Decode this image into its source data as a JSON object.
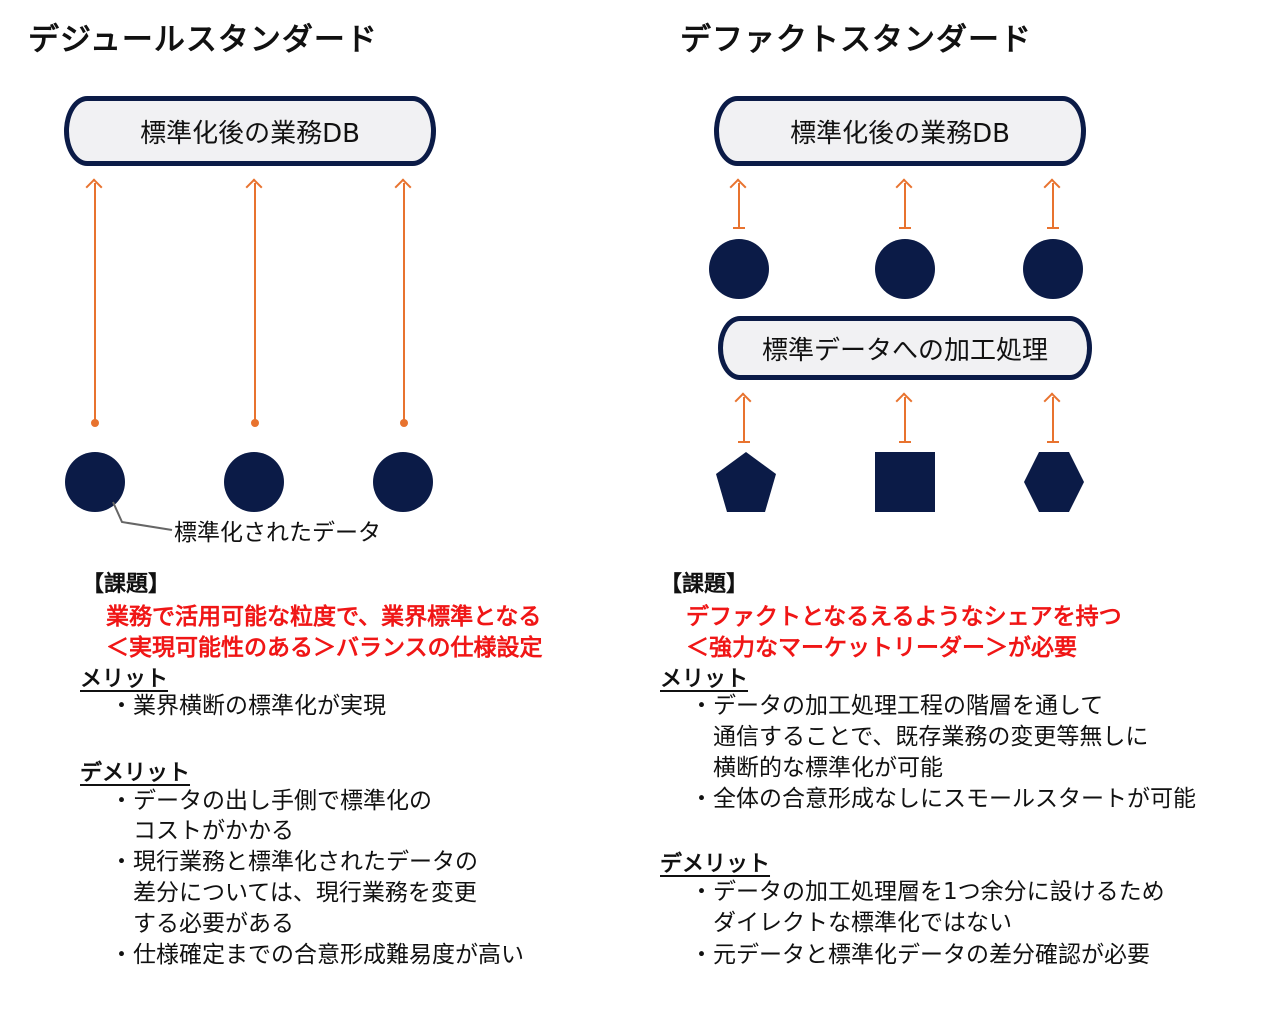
{
  "left": {
    "title": "デジュールスタンダード",
    "db_label": "標準化後の業務DB",
    "data_label": "標準化されたデータ",
    "issue_heading": "【課題】",
    "issue_line1": "業務で活用可能な粒度で、業界標準となる",
    "issue_line2": "＜実現可能性のある＞バランスの仕様設定",
    "merit_heading": "メリット",
    "merits": [
      "・業界横断の標準化が実現"
    ],
    "demerit_heading": "デメリット",
    "demerits": [
      "・データの出し手側で標準化の",
      "コストがかかる",
      "・現行業務と標準化されたデータの",
      "差分については、現行業務を変更",
      "する必要がある",
      "・仕様確定までの合意形成難易度が高い"
    ]
  },
  "right": {
    "title": "デファクトスタンダード",
    "db_label": "標準化後の業務DB",
    "process_label": "標準データへの加工処理",
    "issue_heading": "【課題】",
    "issue_line1": "デファクトとなるえるようなシェアを持つ",
    "issue_line2": "＜強力なマーケットリーダー＞が必要",
    "merit_heading": "メリット",
    "merits": [
      "・データの加工処理工程の階層を通して",
      "通信することで、既存業務の変更等無しに",
      "横断的な標準化が可能",
      "・全体の合意形成なしにスモールスタートが可能"
    ],
    "demerit_heading": "デメリット",
    "demerits": [
      "・データの加工処理層を1つ余分に設けるため",
      "ダイレクトな標準化ではない",
      "・元データと標準化データの差分確認が必要"
    ]
  },
  "colors": {
    "navy": "#0b1b47",
    "orange": "#e8732f",
    "red": "#f01616",
    "pill_fill": "#f1f1f3"
  }
}
